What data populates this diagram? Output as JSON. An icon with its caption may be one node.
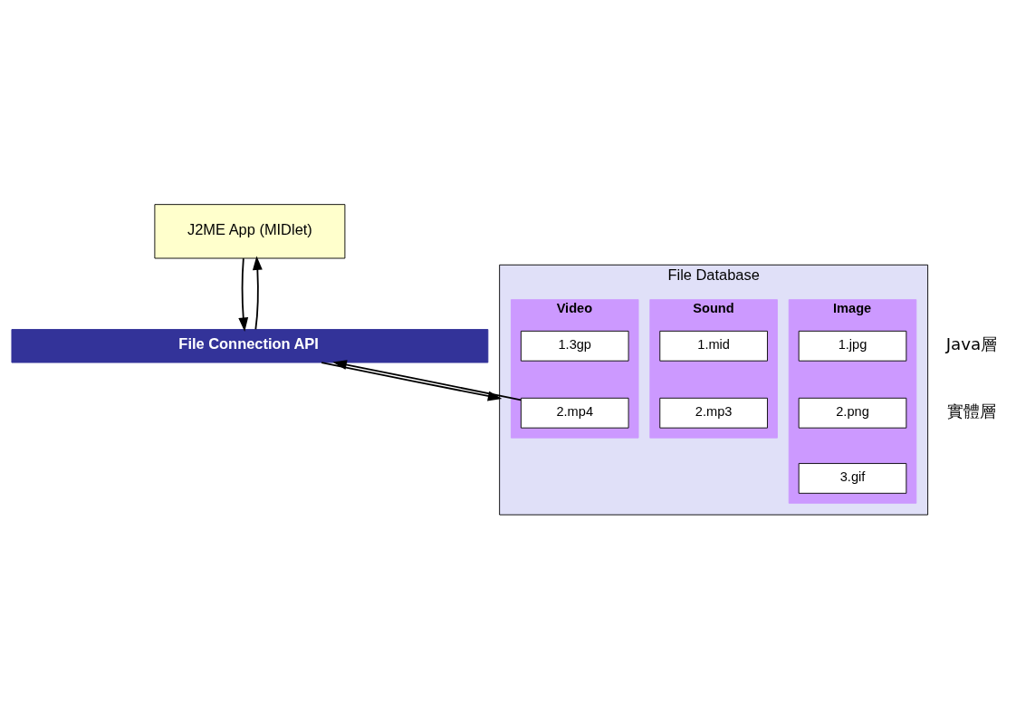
{
  "diagram": {
    "nodes": [
      {
        "text": [
          "J2ME App (MIDlet)"
        ]
      },
      {
        "text": [
          "File Connection API"
        ]
      },
      {
        "text": [
          "File Database"
        ]
      },
      {
        "text": [
          "Image"
        ],
        "in": 2
      },
      {
        "text": [
          "1.jpg"
        ],
        "in": 3
      },
      {
        "text": [
          "2.png"
        ],
        "in": 3
      },
      {
        "text": [
          "3.gif"
        ],
        "in": 3
      },
      {
        "text": [
          "Video"
        ],
        "in": 2
      },
      {
        "text": [
          "1.3gp"
        ],
        "in": 7
      },
      {
        "text": [
          "2.mp4"
        ],
        "in": 7
      },
      {
        "text": [
          "Sound"
        ],
        "in": 2
      },
      {
        "text": [
          "1.mid"
        ],
        "in": 10
      },
      {
        "text": [
          "2.mp3"
        ],
        "in": 10
      }
    ],
    "edges": [
      {
        "from": 0,
        "to": 1,
        "arrow": "to"
      },
      {
        "from": 1,
        "to": 0,
        "arrow": "to"
      },
      {
        "from": 1,
        "to": 2,
        "arrow": "to"
      },
      {
        "from": 2,
        "to": 1,
        "arrow": "to"
      }
    ],
    "labels": [
      "Java層",
      "實體層"
    ]
  }
}
